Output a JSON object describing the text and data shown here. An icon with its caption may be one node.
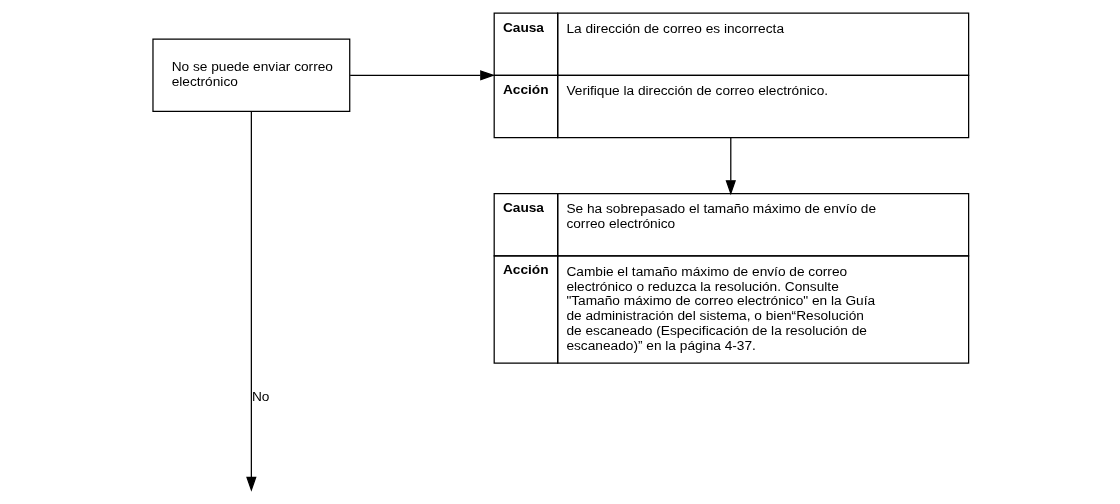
{
  "diagram": {
    "nodes": [
      {
        "text": [
          "No se puede enviar correo electrónico"
        ]
      },
      {
        "text": [
          "Causa",
          "La dirección de correo es incorrecta",
          "Acción",
          "Verifique la dirección de correo electrónico."
        ]
      },
      {
        "text": [
          "Causa",
          "Se ha sobrepasado el tamaño máximo de envío de correo electrónico",
          "Acción",
          "Cambie el tamaño máximo de envío de correo electrónico o reduzca la resolución. Consulte \"Tamaño máximo de correo electrónico\" en la Guía de administración del sistema, o bien“Resolución de escaneado (Especificación de la resolución de escaneado)” en la página 4-37."
        ]
      }
    ],
    "edges": [
      {
        "from": 0,
        "to": 1,
        "arrow": "to"
      },
      {
        "from": 1,
        "to": 2,
        "arrow": "to"
      },
      {
        "from": 0,
        "to": null,
        "arrow": "to",
        "label": "No"
      }
    ]
  }
}
